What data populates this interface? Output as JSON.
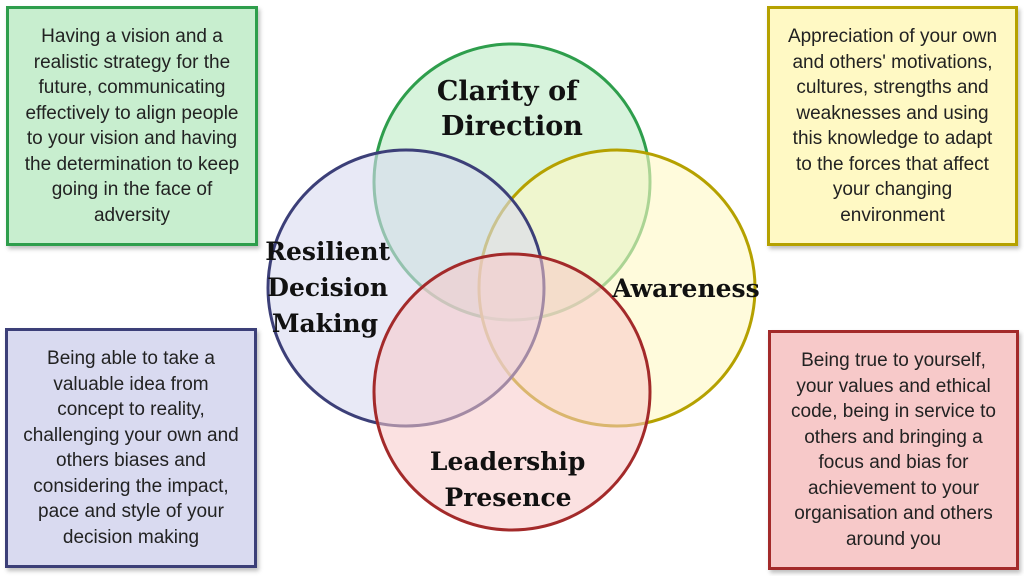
{
  "colors": {
    "green": "#2e9e4c",
    "green_fill": "#c8eecf",
    "yellow": "#b5a100",
    "yellow_fill": "#fff9c4",
    "purple": "#3c3f78",
    "purple_fill": "#d9daf0",
    "red": "#a32a2a",
    "red_fill": "#f7c9c9"
  },
  "diagram": {
    "type": "venn",
    "circles": [
      {
        "id": "clarity",
        "label_lines": [
          "Clarity of",
          "Direction"
        ],
        "color": "green"
      },
      {
        "id": "awareness",
        "label_lines": [
          "Awareness"
        ],
        "color": "yellow"
      },
      {
        "id": "resilient",
        "label_lines": [
          "Resilient",
          "Decision",
          "Making"
        ],
        "color": "purple"
      },
      {
        "id": "leadership",
        "label_lines": [
          "Leadership",
          "Presence"
        ],
        "color": "red"
      }
    ]
  },
  "boxes": {
    "top_left": {
      "color": "green",
      "lines": [
        "Having a vision and a",
        "realistic strategy for the",
        "future, communicating",
        "effectively to align people",
        "to your vision and having",
        "the determination to keep",
        "going in the face of",
        "adversity"
      ]
    },
    "top_right": {
      "color": "yellow",
      "lines": [
        "Appreciation of your own",
        "and others' motivations,",
        "cultures, strengths and",
        "weaknesses and using",
        "this knowledge to adapt",
        "to the forces that affect",
        "your changing",
        "environment"
      ]
    },
    "bottom_left": {
      "color": "purple",
      "lines": [
        "Being able to take a",
        "valuable idea from",
        "concept to reality,",
        "challenging your own and",
        "others biases and",
        "considering the impact,",
        "pace and style of your",
        "decision making"
      ]
    },
    "bottom_right": {
      "color": "red",
      "lines": [
        "Being true to yourself,",
        "your values and ethical",
        "code, being in service to",
        "others and bringing a",
        "focus and bias for",
        "achievement to your",
        "organisation and others",
        "around you"
      ]
    }
  }
}
